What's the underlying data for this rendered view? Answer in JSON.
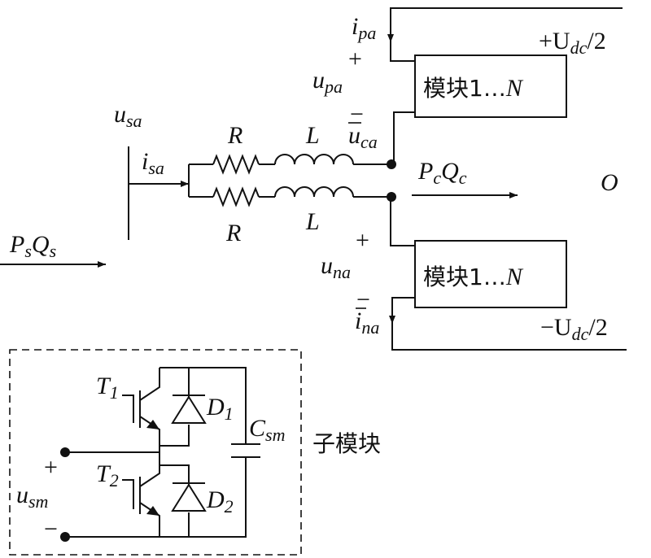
{
  "labels": {
    "i_pa": "i",
    "i_pa_sub": "pa",
    "plus_top": "+",
    "u_pa": "u",
    "u_pa_sub": "pa",
    "minus_top": "−",
    "u_ca": "u",
    "u_ca_sub": "ca",
    "u_sa": "u",
    "u_sa_sub": "sa",
    "i_sa": "i",
    "i_sa_sub": "sa",
    "R_top": "R",
    "L_top": "L",
    "R_bottom": "R",
    "L_bottom": "L",
    "Pc": "P",
    "Pc_sub": "c",
    "Qc": "Q",
    "Qc_sub": "c",
    "O": "O",
    "Ps": "P",
    "Ps_sub": "s",
    "Qs": "Q",
    "Qs_sub": "s",
    "plus_mid": "+",
    "u_na": "u",
    "u_na_sub": "na",
    "minus_mid": "−",
    "i_na": "i",
    "i_na_sub": "na",
    "Udc_pos_prefix": "+U",
    "Udc_pos_sub": "dc",
    "Udc_pos_suffix": "/2",
    "Udc_neg_prefix": "−U",
    "Udc_neg_sub": "dc",
    "Udc_neg_suffix": "/2",
    "T1": "T",
    "T1_sub": "1",
    "D1": "D",
    "D1_sub": "1",
    "T2": "T",
    "T2_sub": "2",
    "D2": "D",
    "D2_sub": "2",
    "Csm": "C",
    "Csm_sub": "sm",
    "plus_sm": "+",
    "u_sm": "u",
    "u_sm_sub": "sm",
    "minus_sm": "−"
  },
  "modules": {
    "upper": {
      "text": "模块1…",
      "n": "N"
    },
    "lower": {
      "text": "模块1…",
      "n": "N"
    }
  },
  "submodule_label": "子模块"
}
